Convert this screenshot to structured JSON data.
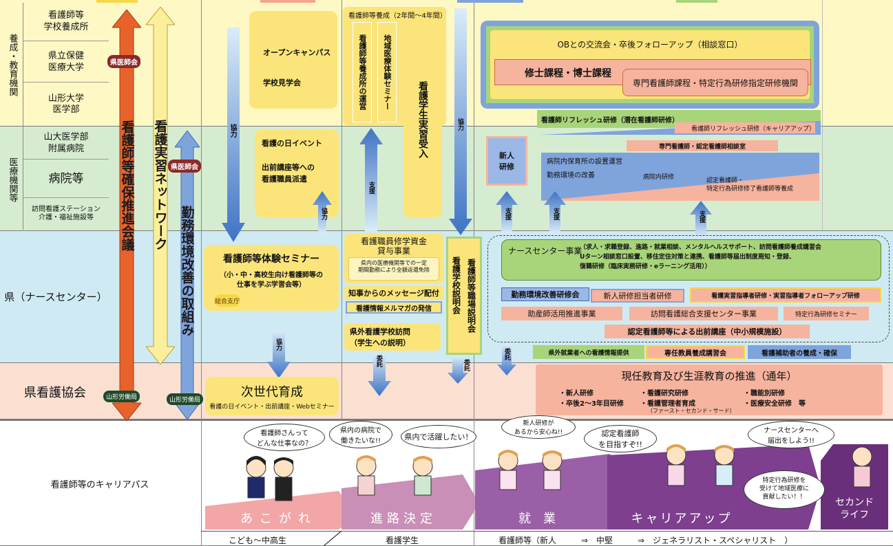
{
  "rows": {
    "edu": {
      "category": "養成・教育機関",
      "items": [
        "看護師等\n学校養成所",
        "県立保健\n医療大学",
        "山形大学\n医学部"
      ]
    },
    "med": {
      "category": "医療機関等",
      "items": [
        "山大医学部\n附属病院",
        "病院等",
        "訪問看護ステーション\n介護・福祉施設等"
      ]
    },
    "pref": "県（ナースセンター）",
    "assoc": "県看護協会",
    "career": "看護師等のキャリアパス"
  },
  "pillars": {
    "red": "看護師等確保推進会議",
    "yellow": "看護実習ネットワーク",
    "blue": "勤務環境改善の取組み",
    "tag_ken_ishikai_1": "県医師会",
    "tag_ken_ishikai_2": "県医師会",
    "tag_rodo_1": "山形労働局",
    "tag_rodo_2": "山形労働局"
  },
  "col1": {
    "open_campus": "オープンキャンパス",
    "school_visit": "学校見学会",
    "kyoryoku_1": "協力",
    "nurse_day": "看護の日イベント",
    "dispatch": "出前講座等への\n看護職員派遣",
    "kyoryoku_2": "協力",
    "seminar_title": "看護師等体験セミナー",
    "seminar_sub": "（小・中・高校生向け看護師等の\n仕事を学ぶ学習会等）",
    "sogo_shien": "総合支庁",
    "kyoryoku_3": "協力",
    "next_gen": "次世代育成",
    "next_gen_sub": "看護の日イベント・出前講座・Webセミナー"
  },
  "col2": {
    "header": "看護師等養成（2年間〜4年間）",
    "v1": "看護師等養成所の運営",
    "v2": "地域医療体験セミナー",
    "v3": "看護学生実習受入",
    "shien": "支援",
    "loan_title": "看護職員修学資金\n貸与事業",
    "loan_sub": "県内の医療機関等での一定\n期間勤務により全額返還免除",
    "message": "知事からのメッセージ配付",
    "mailmag": "看護情報メルマガの発信",
    "visit": "県外看護学校訪問\n（学生への説明）",
    "itaku": "委託",
    "kyoryoku_4": "協力",
    "job_fair": "看護師等職場説明会",
    "school_fair": "看護学校説明会",
    "itaku_2": "委託"
  },
  "col3": {
    "ob": "OBとの交流会・卒後フォローアップ（相談窓口）",
    "master": "修士課程・博士課程",
    "specialist": "専門看護師課程・特定行為研修指定研修機関",
    "refresh1": "看護師リフレッシュ研修（潜在看護師研修）",
    "refresh2": "看護師リフレッシュ研修（キャリアアップ）",
    "consult": "専門看護師・認定看護師相談室",
    "newbie": "新人\n研修",
    "nursery": "病院内保育所の設置運営",
    "env": "勤務環境の改善",
    "inhouse": "病院内研修",
    "certified": "認定看護師・\n特定行為研修修了看護師等養成",
    "shien_a": "支援",
    "shien_b": "支援",
    "shien_c": "支援",
    "itaku_3": "委託",
    "nc_title": "ナースセンター事業",
    "nc_body": "（求人・求職登録、進路・就業相談、メンタルヘルスサポート、訪問看護師養成講習会\nUターン相談窓口設置、移住定住対策と連携、看護師等届出制度周知・登録、\n復職研修（臨床実務研修・eラーニング活用））",
    "kinmu": "勤務環境改善研修会",
    "shinjin_tanto": "新人研修担当者研修",
    "jisshu_shido": "看護実習指導者研修・実習指導者フォローアップ研修",
    "josan": "助産師活用推進事業",
    "houmon": "訪問看護総合支援センター事業",
    "tokutei_sem": "特定行為研修セミナー",
    "ninte_dept": "認定看護師等による出前講座（中小規模施設）",
    "kengai": "県外就業者への看護情報提供",
    "sennin": "専任教員養成講習会",
    "hojo": "看護補助者の養成・確保",
    "gen_title": "現任教育及び生涯教育の推進（通年）",
    "gen_items": [
      "・新人研修",
      "・看護研究研修",
      "・職能別研修",
      "・卒後2〜3年目研修",
      "・看護管理者育成",
      "・医療安全研修　等",
      "（ファースト・セカンド・サード）"
    ]
  },
  "career": {
    "bubble1": "看護師さんって\nどんな仕事なの？",
    "bubble2": "県内の病院で\n働きたいな!!",
    "bubble3": "県内で活躍したい！",
    "bubble4": "新人研修が\nあるから安心ね!!",
    "bubble5": "認定看護師\nを目指すぞ!!",
    "bubble6": "ナースセンターへ\n届出をしよう!!",
    "bubble7": "特定行為研修を\n受けて地域医療に\n貢献したい！！",
    "stage1": "あこがれ",
    "stage2": "進路決定",
    "stage3": "就　業",
    "stage4": "キャリアアップ",
    "stage5": "セカンド\nライフ",
    "bottom1": "こども〜中高生",
    "bottom2": "看護学生",
    "bottom3": "看護師等（新人　　　⇒　中堅　　　⇒　ジェネラリスト・スペシャリスト　）"
  },
  "colors": {
    "edu_bg": "#fdf8c4",
    "med_bg": "#d6ecd0",
    "pref_bg": "#cfeaf3",
    "assoc_bg": "#fbe0d2",
    "red_pillar": "#e8622c",
    "yellow_pillar": "#fbef9c",
    "blue_pillar": "#7fa4dc"
  }
}
